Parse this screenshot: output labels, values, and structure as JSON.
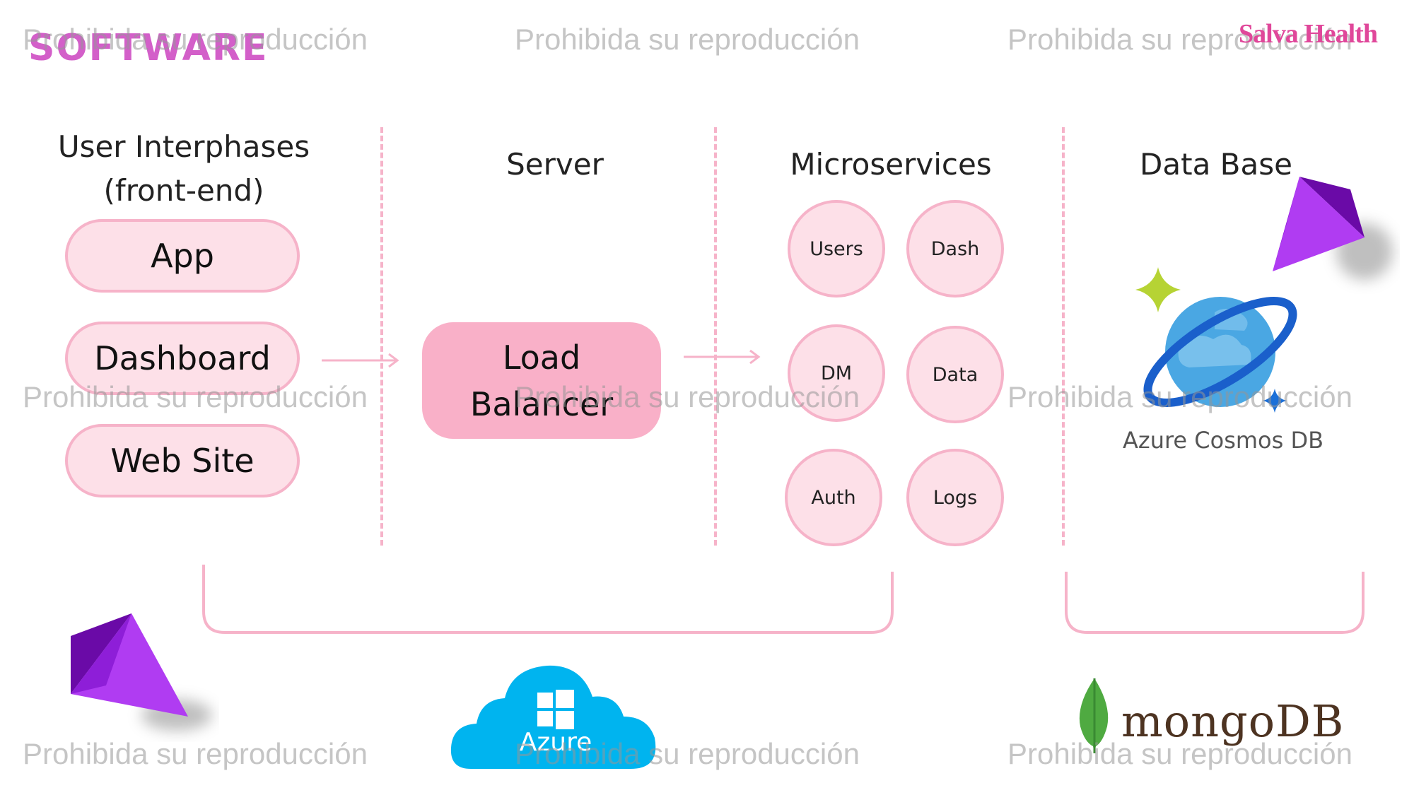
{
  "header": {
    "title": "SOFTWARE",
    "brand": "Salva Health"
  },
  "watermark": "Prohibida su reproducción",
  "columns": {
    "frontend": {
      "heading_line1": "User Interphases",
      "heading_line2": "(front-end)"
    },
    "server": {
      "heading": "Server"
    },
    "microservices": {
      "heading": "Microservices"
    },
    "database": {
      "heading": "Data Base"
    }
  },
  "frontend_items": [
    "App",
    "Dashboard",
    "Web Site"
  ],
  "load_balancer": {
    "line1": "Load",
    "line2": "Balancer"
  },
  "microservices": [
    "Users",
    "Dash",
    "DM",
    "Data",
    "Auth",
    "Logs"
  ],
  "logos": {
    "cosmos": "Azure Cosmos DB",
    "azure": "Azure",
    "mongodb": "mongoDB"
  },
  "colors": {
    "accent": "#d35fc9",
    "pink_fill": "#fde0e8",
    "pink_border": "#f6b3c9",
    "lb_fill": "#f9b0c8",
    "azure_blue": "#00b4ef",
    "mongo_green": "#4faa41"
  }
}
